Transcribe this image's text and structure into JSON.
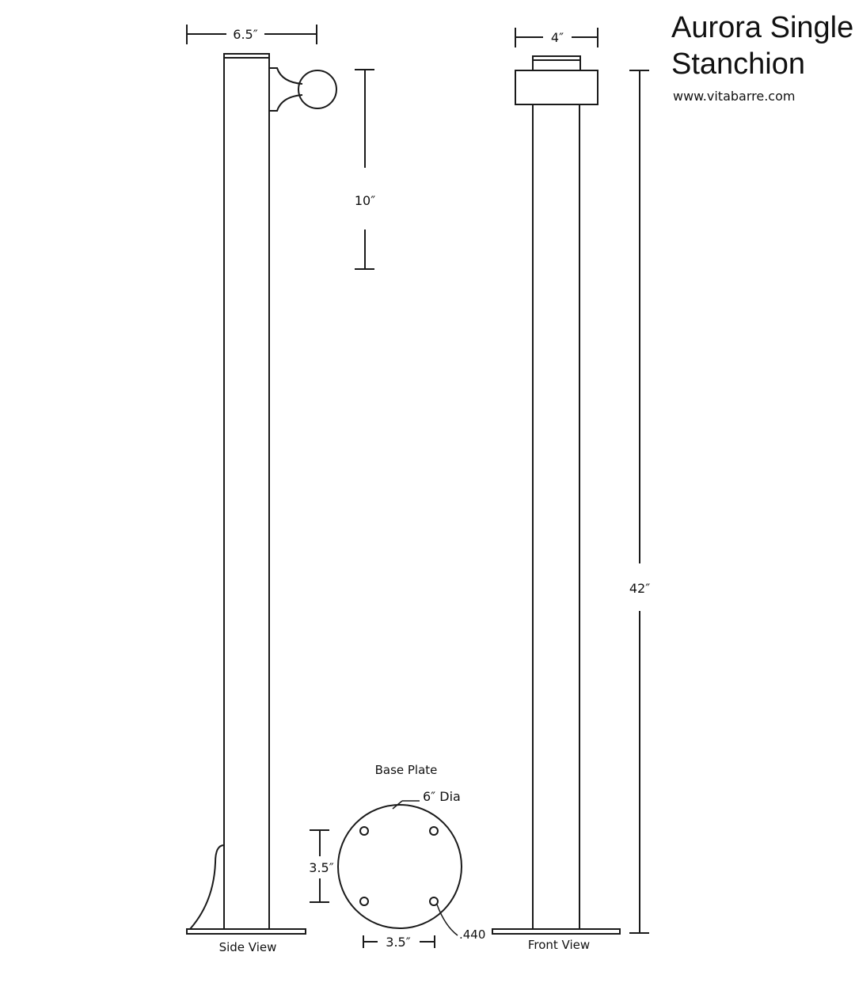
{
  "title": {
    "line1": "Aurora Single",
    "line2": "Stanchion"
  },
  "website": "www.vitabarre.com",
  "side_view": {
    "label": "Side View",
    "width_dim": "6.5″",
    "height_dim": "10″"
  },
  "front_view": {
    "label": "Front View",
    "width_dim": "4″",
    "height_dim": "42″"
  },
  "base_plate": {
    "label": "Base Plate",
    "diameter_dim": "6″ Dia",
    "hole_spacing_vertical": "3.5″",
    "hole_spacing_horizontal": "3.5″",
    "hole_size": ".440"
  }
}
